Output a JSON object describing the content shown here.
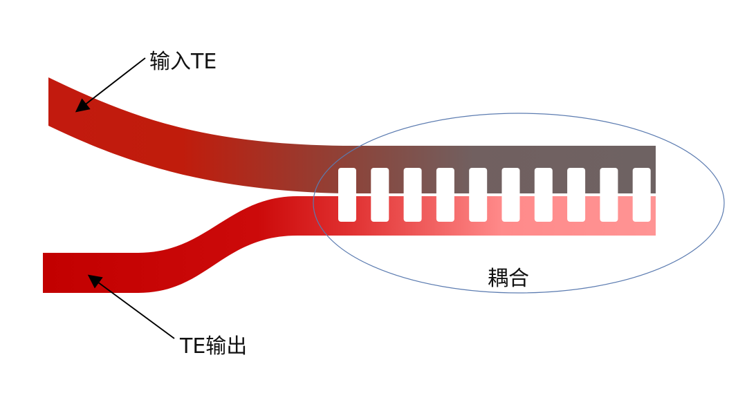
{
  "labels": {
    "input_te": "输入TE",
    "output_te": "TE输出",
    "coupling": "耦合"
  },
  "colors": {
    "input_arm": "#c21a0e",
    "input_end": "#6e6060",
    "output_arm": "#c00000",
    "output_end": "#ff9090",
    "ellipse": "#5b7bb0"
  },
  "grating_slot_count": 10
}
